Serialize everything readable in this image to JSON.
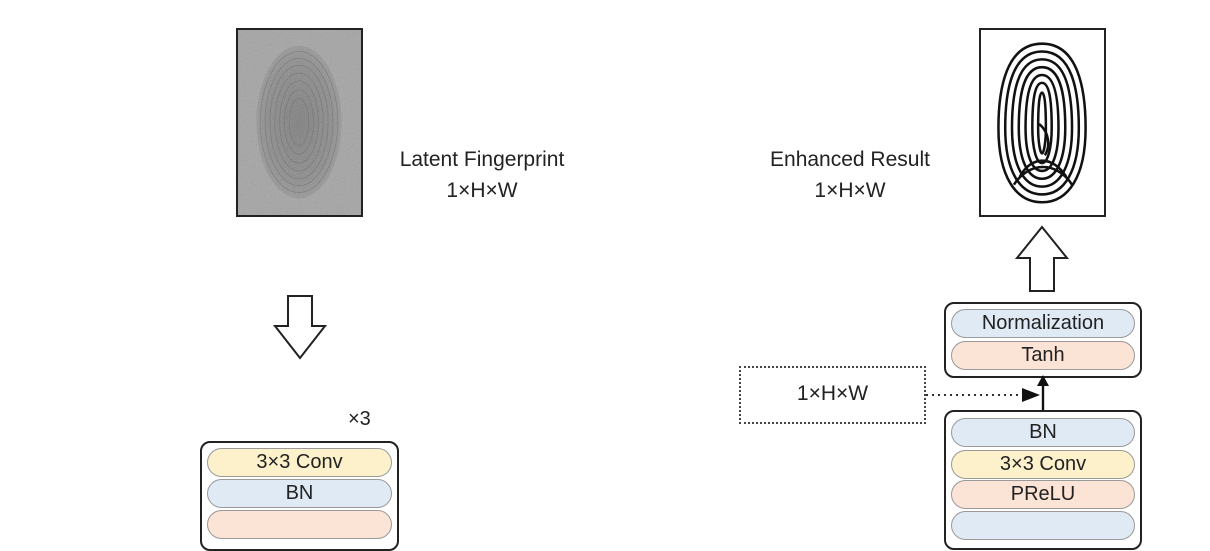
{
  "input": {
    "title": "Latent Fingerprint",
    "dims": "1×H×W"
  },
  "output": {
    "title": "Enhanced Result",
    "dims": "1×H×W"
  },
  "encoder_block": {
    "repeat_label": "×3",
    "layers": [
      "3×3 Conv",
      "BN"
    ]
  },
  "output_head": {
    "layers": [
      "Normalization",
      "Tanh"
    ]
  },
  "decoder_block": {
    "layers": [
      "BN",
      "3×3  Conv",
      "PReLU"
    ]
  },
  "skip_input": {
    "dims": "1×H×W"
  },
  "colors": {
    "conv": "#fdf1cc",
    "bn": "#dfeaf5",
    "activation": "#fbe3d5",
    "stroke": "#222222"
  }
}
